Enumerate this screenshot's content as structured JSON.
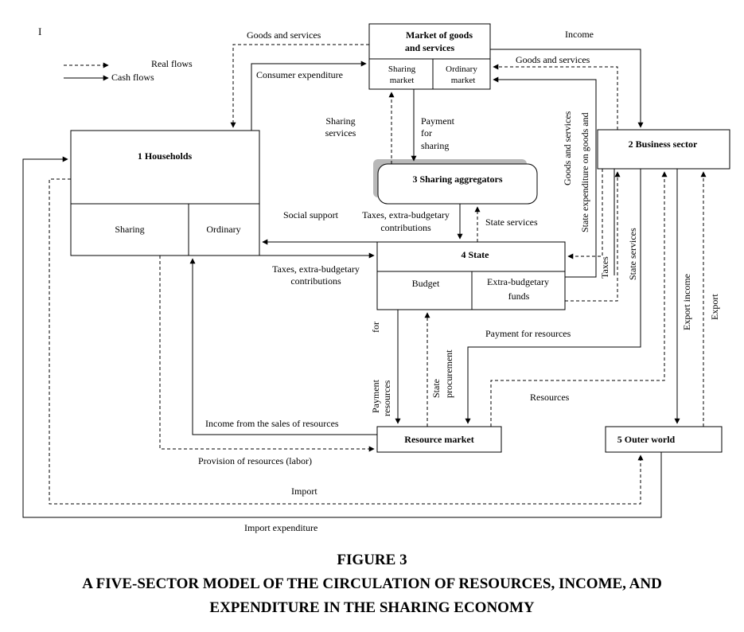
{
  "corner_mark": "I",
  "legend": {
    "real": "Real flows",
    "cash": "Cash flows"
  },
  "nodes": {
    "market": {
      "title1": "Market of goods",
      "title2": "and services",
      "sub_sharing1": "Sharing",
      "sub_sharing2": "market",
      "sub_ordinary1": "Ordinary",
      "sub_ordinary2": "market"
    },
    "households": {
      "title": "1 Households",
      "sub_sharing": "Sharing",
      "sub_ordinary": "Ordinary"
    },
    "business": {
      "title": "2 Business sector"
    },
    "aggregators": {
      "title": "3 Sharing aggregators"
    },
    "state": {
      "title": "4 State",
      "sub_budget": "Budget",
      "sub_funds1": "Extra-budgetary",
      "sub_funds2": "funds"
    },
    "resource_market": {
      "title": "Resource market"
    },
    "outer_world": {
      "title": "5 Outer world"
    }
  },
  "labels": {
    "goods_services_top": "Goods and services",
    "consumer_expenditure": "Consumer expenditure",
    "income": "Income",
    "goods_services_right": "Goods and services",
    "sharing_services1": "Sharing",
    "sharing_services2": "services",
    "payment_sharing1": "Payment",
    "payment_sharing2": "for",
    "payment_sharing3": "sharing",
    "vert_goods1": "Goods and services",
    "vert_goods2": "State  expenditure  on goods and",
    "social_support": "Social support",
    "taxes_mid1": "Taxes, extra-budgetary",
    "taxes_mid2": "contributions",
    "state_services_mid": "State services",
    "taxes_left1": "Taxes, extra-budgetary",
    "taxes_left2": "contributions",
    "taxes_vert": "Taxes",
    "state_services_vert": "State services",
    "export_income": "Export income",
    "export": "Export",
    "for_vert": "for",
    "payment_resources_vert1": "Payment",
    "payment_resources_vert2": "resources",
    "state_procurement1": "State",
    "state_procurement2": "procurement",
    "payment_for_resources": "Payment for resources",
    "resources": "Resources",
    "income_sales": "Income from the sales of resources",
    "provision_resources": "Provision of resources (labor)",
    "import": "Import",
    "import_expenditure": "Import expenditure"
  },
  "caption": {
    "figure": "FIGURE 3",
    "line1": "A FIVE-SECTOR MODEL OF THE CIRCULATION OF RESOURCES, INCOME, AND",
    "line2": "EXPENDITURE IN THE SHARING ECONOMY"
  }
}
